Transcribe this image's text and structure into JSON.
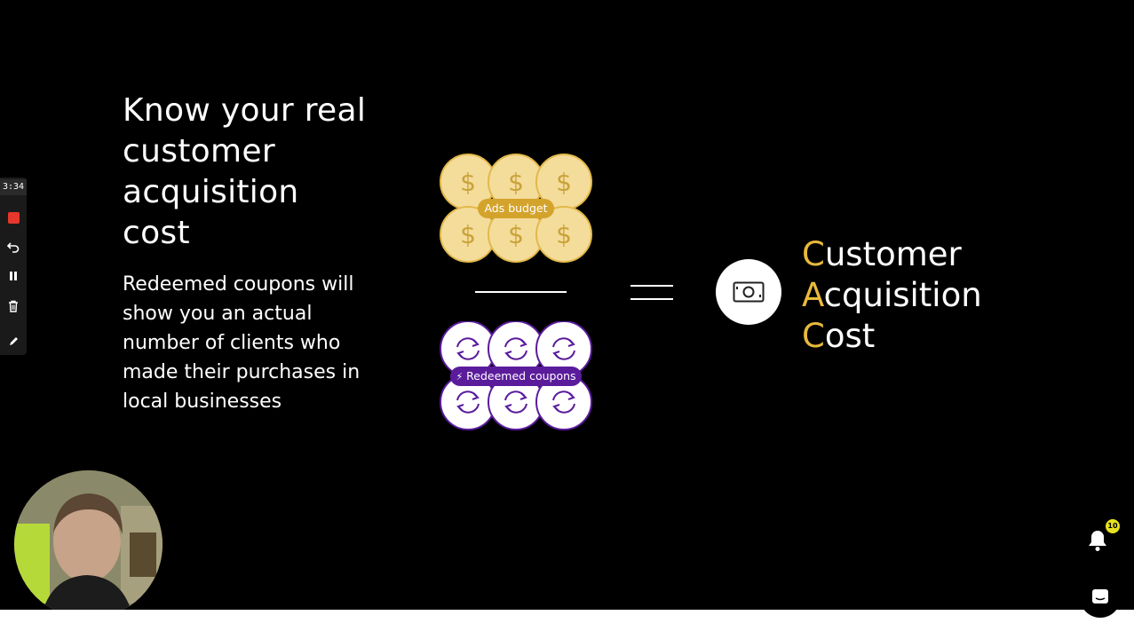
{
  "toolbar": {
    "timer": "3:34",
    "record_color": "#e5372b"
  },
  "slide": {
    "headline": "Know your real customer acquisition cost",
    "body": "Redeemed coupons will show you an actual number of clients who made their purchases in local businesses",
    "ads_label": "Ads budget",
    "coupons_label": "Redeemed coupons",
    "cac": {
      "line1_initial": "C",
      "line1_rest": "ustomer",
      "line2_initial": "A",
      "line2_rest": "cquisition",
      "line3_initial": "C",
      "line3_rest": "ost"
    },
    "colors": {
      "coin_fill": "#f4dc9b",
      "coin_stroke": "#e2b94a",
      "coin_symbol": "#c9a33a",
      "ads_label_bg": "#d4a32c",
      "coupon_stroke": "#5b1c9c",
      "coupons_label_bg": "#5b1c9c",
      "accent": "#e8b93c"
    },
    "coin_icon": "dollar-icon",
    "coupon_icon": "refresh-cycle-icon"
  },
  "widgets": {
    "notification_count": "10"
  }
}
